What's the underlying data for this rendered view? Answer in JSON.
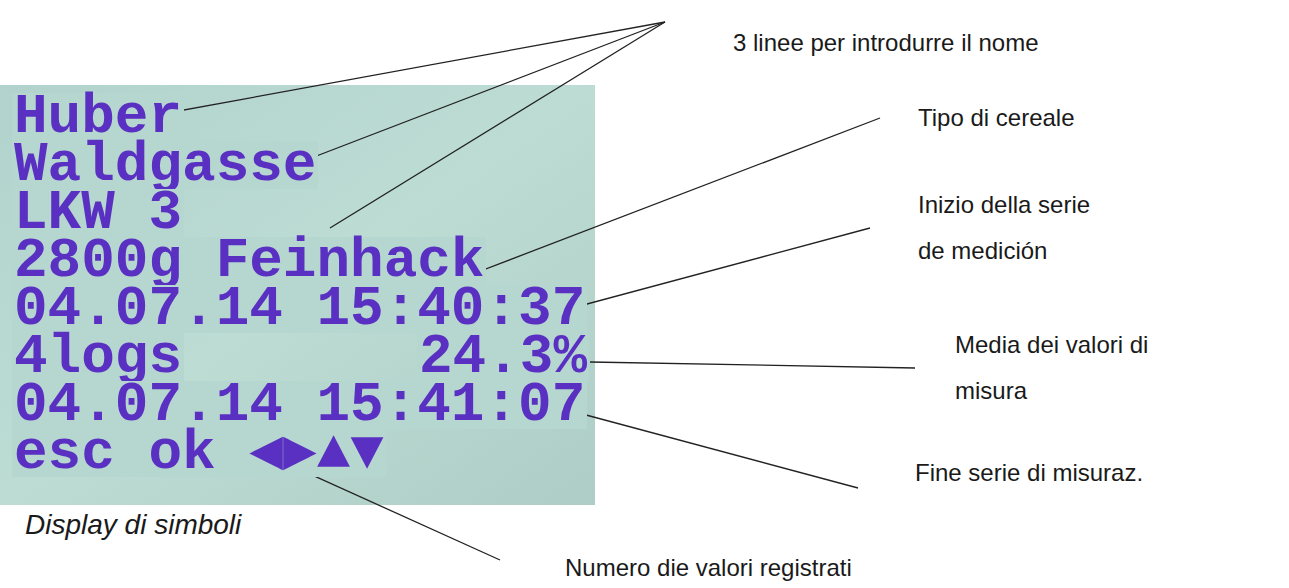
{
  "diagram": {
    "nodes": [
      {
        "text": [
          "Huber",
          "Waldgasse",
          "LKW 3",
          "2800g Feinhack",
          "04.07.14 15:40:37",
          "4logs",
          "24.3%",
          "04.07.14 15:41:07",
          "esc ok ◀▶▲▼"
        ]
      }
    ],
    "labels": [
      "3 linee per introdurre il nome",
      "Tipo di cereale",
      "Inizio della serie de medición",
      "Media dei valori di misura",
      "Fine serie di misuraz.",
      "Display di simboli",
      "Numero die valori registrati"
    ]
  }
}
